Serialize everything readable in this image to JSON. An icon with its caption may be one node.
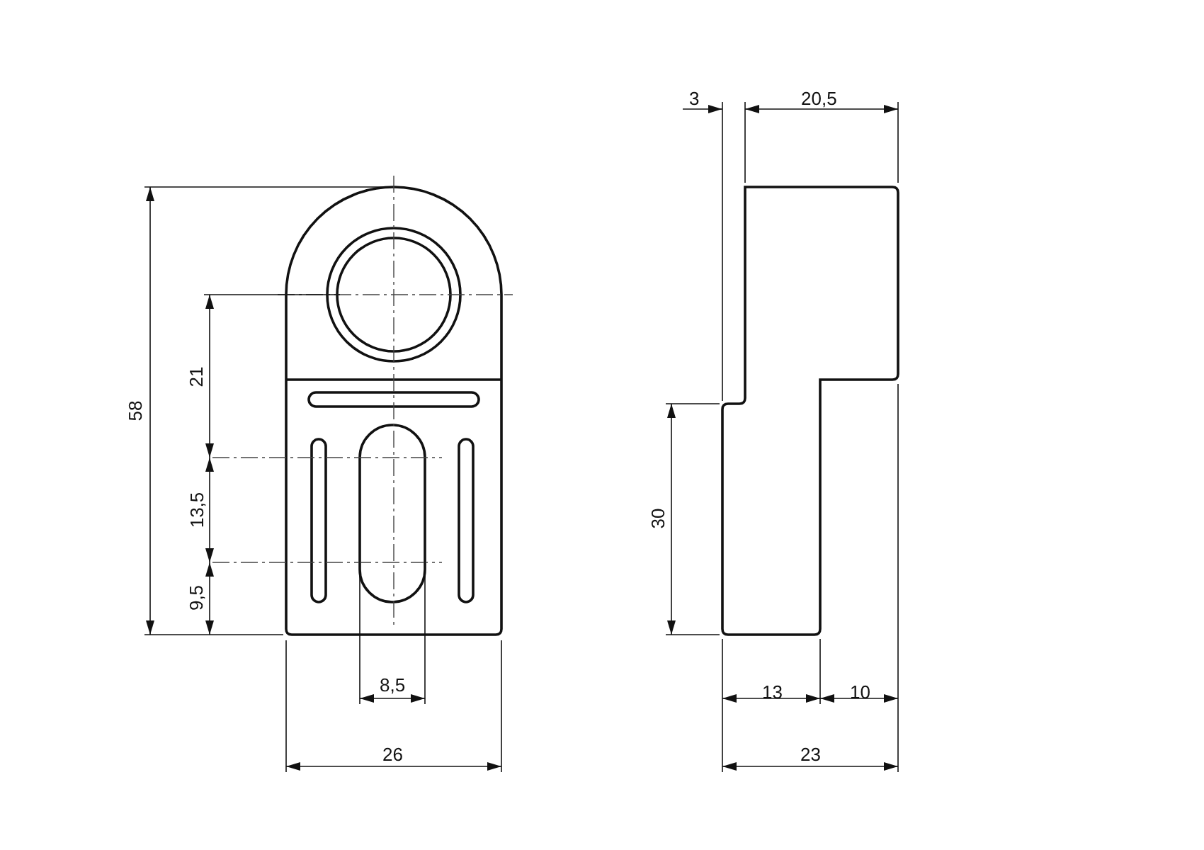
{
  "diagram": {
    "labels": [
      "3",
      "20,5",
      "58",
      "21",
      "30",
      "13,5",
      "9,5",
      "8,5",
      "13",
      "10",
      "26",
      "23"
    ]
  }
}
